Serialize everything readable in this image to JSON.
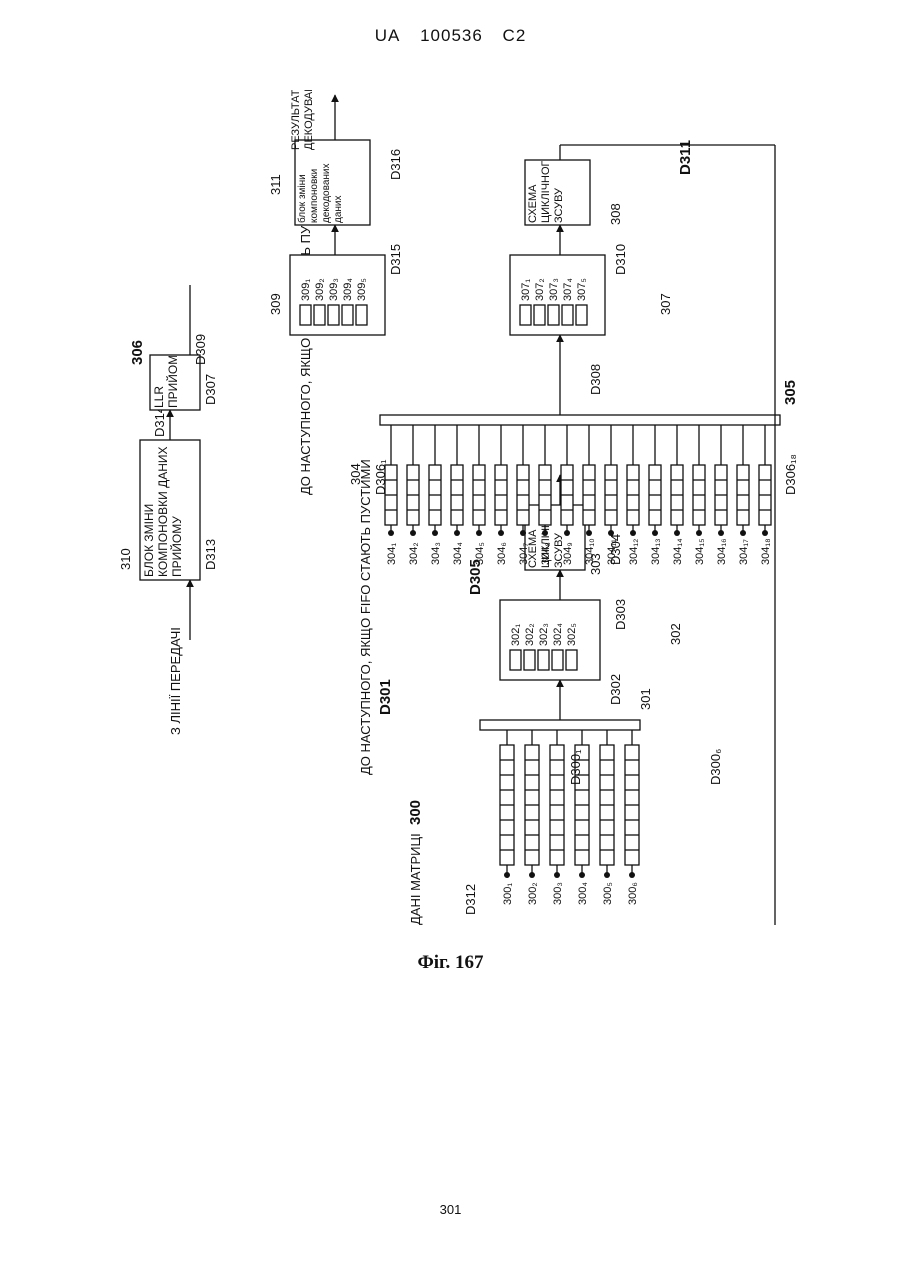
{
  "header": {
    "office": "UA",
    "number": "100536",
    "kind": "C2"
  },
  "caption": "Фіг. 167",
  "page_number": "301",
  "diagram": {
    "input_label": "З ЛІНІЇ ПЕРЕДАЧІ",
    "matrix_data": "ДАНІ МАТРИЦІ",
    "next_fifo_1": "ДО НАСТУПНОГО, ЯКЩО FIFO СТАЮТЬ ПУСТИМИ",
    "next_fifo_2": "ДО НАСТУПНОГО, ЯКЩО FIFO СТАЮТЬ ПУСТИМИ",
    "rx_reorder": "БЛОК ЗМІНИ КОМПОНОВКИ ДАНИХ ПРИЙОМУ",
    "llr": "LLR ПРИЙОМУ",
    "shift_a": "СХЕМА ЦИКЛІЧНОГО ЗСУВУ",
    "shift_b": "СХЕМА ЦИКЛІЧНОГО ЗСУВУ",
    "decoded_reorder": "блок зміни компоновки декодованих даних",
    "result": "РЕЗУЛЬТАТ ДЕКОДУВАННЯ",
    "refs": {
      "r300": "300",
      "r301": "301",
      "r302": "302",
      "r303": "303",
      "r304": "304",
      "r305": "305",
      "r306": "306",
      "r307": "307",
      "r308": "308",
      "r309": "309",
      "r310": "310",
      "r311": "311"
    },
    "signals": {
      "D300_1": "D300₁",
      "D300_6": "D300₆",
      "D301": "D301",
      "D302": "D302",
      "D303": "D303",
      "D304": "D304",
      "D305": "D305",
      "D306_1": "D306₁",
      "D306_18": "D306₁₈",
      "D307": "D307",
      "D308": "D308",
      "D309": "D309",
      "D310": "D310",
      "D311": "D311",
      "D312": "D312",
      "D313": "D313",
      "D314": "D314",
      "D315": "D315",
      "D316": "D316"
    },
    "fifo300": [
      "300₁",
      "300₂",
      "300₃",
      "300₄",
      "300₅",
      "300₆"
    ],
    "fifo304": [
      "304₁",
      "304₂",
      "304₃",
      "304₄",
      "304₅",
      "304₆",
      "304₇",
      "304₈",
      "304₉",
      "304₁₀",
      "304₁₁",
      "304₁₂",
      "304₁₃",
      "304₁₄",
      "304₁₅",
      "304₁₆",
      "304₁₇",
      "304₁₈"
    ],
    "mem302": [
      "302₁",
      "302₂",
      "302₃",
      "302₄",
      "302₅"
    ],
    "mem307": [
      "307₁",
      "307₂",
      "307₃",
      "307₄",
      "307₅"
    ],
    "mem309": [
      "309₁",
      "309₂",
      "309₃",
      "309₄",
      "309₅"
    ]
  }
}
